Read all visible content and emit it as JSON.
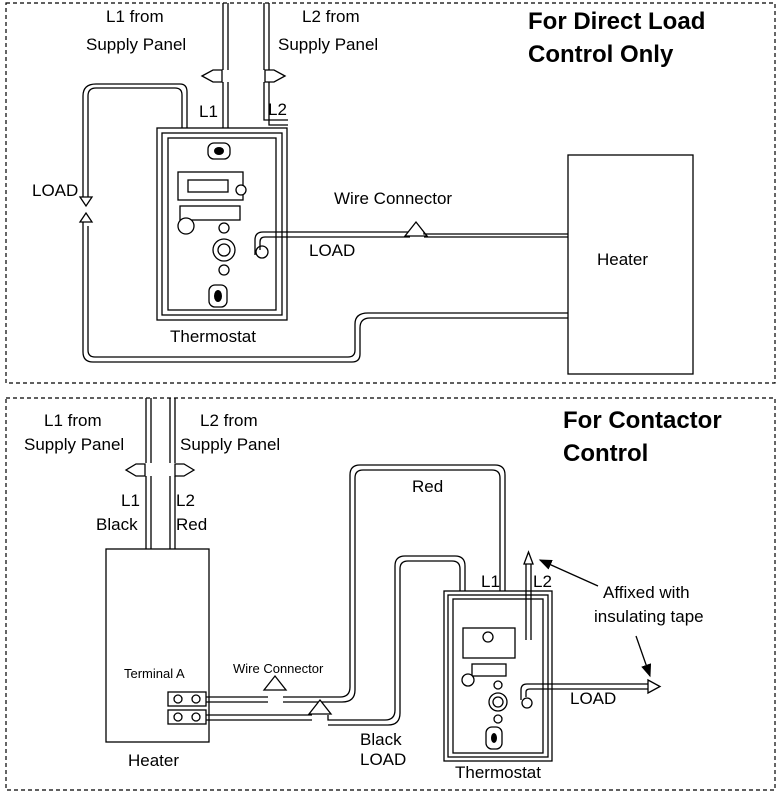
{
  "top_panel": {
    "title_line1": "For Direct Load",
    "title_line2": "Control Only",
    "l1_from_line1": "L1 from",
    "l1_from_line2": "Supply Panel",
    "l2_from_line1": "L2 from",
    "l2_from_line2": "Supply Panel",
    "l1_label": "L1",
    "l2_label": "L2",
    "load_left": "LOAD",
    "wire_connector": "Wire Connector",
    "load_center": "LOAD",
    "heater": "Heater",
    "thermostat": "Thermostat"
  },
  "bottom_panel": {
    "title_line1": "For Contactor",
    "title_line2": "Control",
    "l1_from_line1": "L1 from",
    "l1_from_line2": "Supply Panel",
    "l2_from_line1": "L2 from",
    "l2_from_line2": "Supply Panel",
    "l1_label": "L1",
    "l2_label": "L2",
    "black": "Black",
    "red": "Red",
    "red_wire": "Red",
    "terminal_a": "Terminal A",
    "wire_connector": "Wire Connector",
    "heater": "Heater",
    "black_load_line1": "Black",
    "black_load_line2": "LOAD",
    "thermostat": "Thermostat",
    "thermo_l1": "L1",
    "thermo_l2": "L2",
    "affixed_line1": "Affixed with",
    "affixed_line2": "insulating tape",
    "load_right": "LOAD"
  }
}
